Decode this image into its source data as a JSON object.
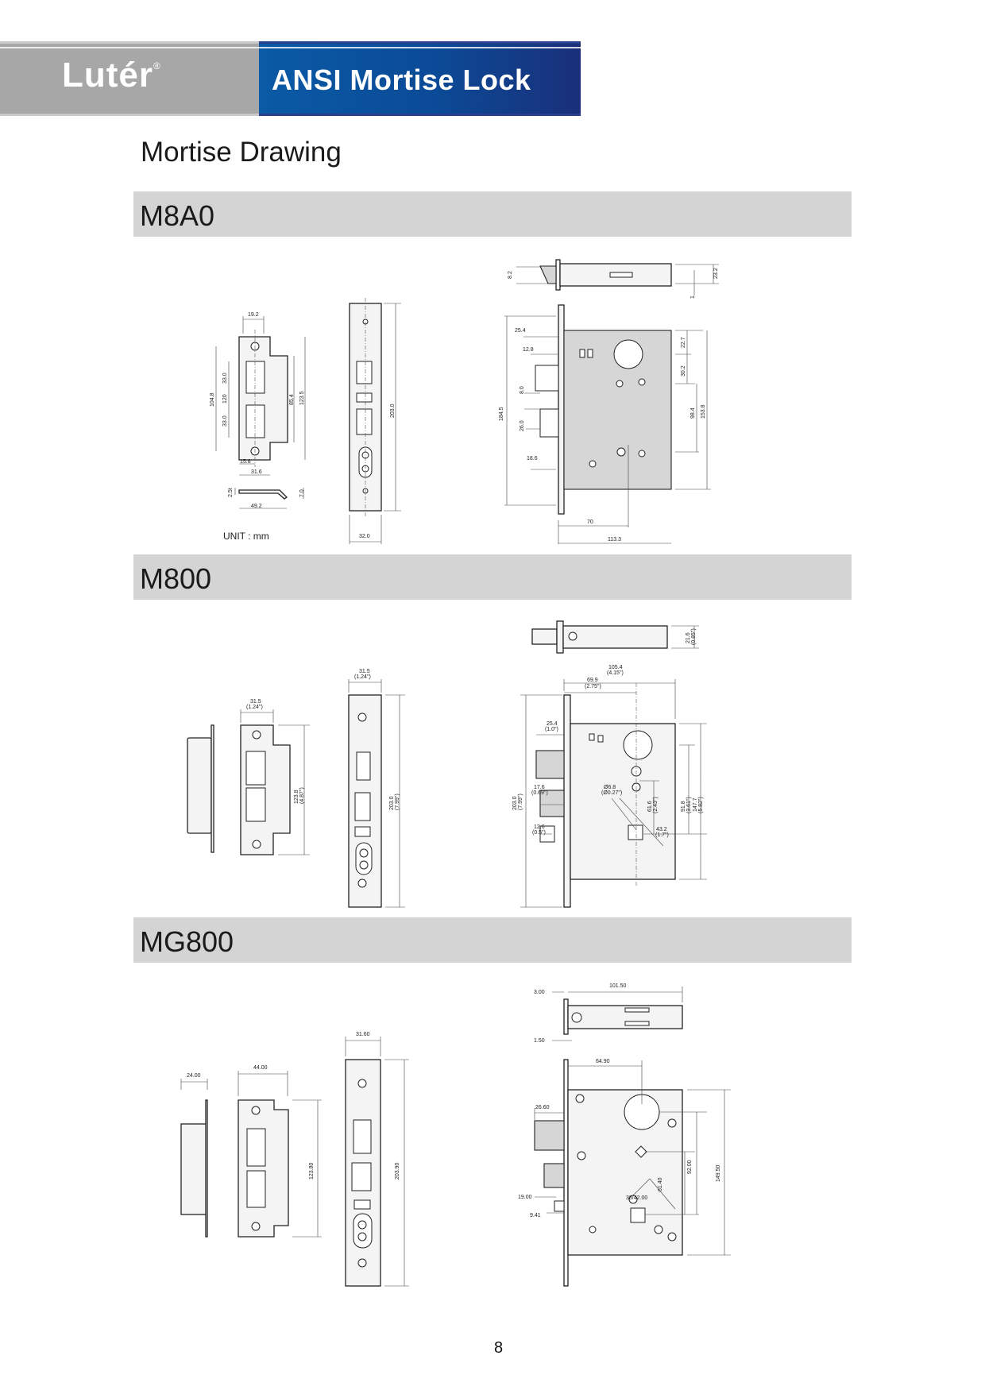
{
  "header": {
    "brand": "Lutér",
    "brand_mark": "®",
    "title": "ANSI Mortise Lock",
    "brand_color": "#a7a7a7",
    "title_color": "#0b4a96"
  },
  "page_title": "Mortise Drawing",
  "sections": [
    {
      "name": "M8A0",
      "unit": "UNIT : mm",
      "dims": {
        "strike_width": "19.2",
        "strike_holes": "104.8",
        "slot_top": "33.0",
        "slot_gap": "120",
        "slot_bottom": "33.0",
        "tab_height": "85.4",
        "strike_height": "123.5",
        "lip_a": "15.8",
        "lip_b": "31.6",
        "thick": "2.5t",
        "lip_depth": "7.0",
        "lip_len": "49.2",
        "face_height": "203.0",
        "face_width": "32.0",
        "top_a": "8.2",
        "top_b": "23.2",
        "top_c": "1",
        "bolt": "25.4",
        "latch": "12.8",
        "aux_a": "8.0",
        "aux_b": "26.0",
        "overall": "184.5",
        "aux_c": "18.6",
        "cyl_a": "22.7",
        "cyl_b": "30.2",
        "hub_a": "98.4",
        "case_h": "153.8",
        "backset": "70",
        "depth": "113.3"
      }
    },
    {
      "name": "M800",
      "dims": {
        "strike_w": "31.5",
        "strike_w_in": "(1.24\")",
        "strike_h": "123.8",
        "strike_h_in": "(4.87\")",
        "face_w": "31.5",
        "face_w_in": "(1.24\")",
        "face_h": "203.0",
        "face_h_in": "(7.99\")",
        "top_t": "21.6",
        "top_t_in": "(0.85\")",
        "depth": "105.4",
        "depth_in": "(4.15\")",
        "backset": "69.9",
        "backset_in": "(2.75\")",
        "bolt": "25.4",
        "bolt_in": "(1.0\")",
        "body_h": "203.0",
        "body_h_in": "(7.99\")",
        "latch": "17.6",
        "latch_in": "(0.69\")",
        "aux": "12.6",
        "aux_in": "(0.5\")",
        "hole": "Ø6.8",
        "hole_in": "(Ø0.27\")",
        "h1": "61.6",
        "h1_in": "(2.43\")",
        "h2": "91.8",
        "h2_in": "(3.61\")",
        "h3": "147.7",
        "h3_in": "(5.82\")",
        "r": "43.2",
        "r_in": "(1.7\")"
      }
    },
    {
      "name": "MG800",
      "dims": {
        "box_w": "24.00",
        "strike_w": "44.00",
        "strike_h": "123.80",
        "face_w": "31.60",
        "face_h": "203.90",
        "top_a": "3.00",
        "top_depth": "101.50",
        "top_b": "1.50",
        "backset": "64.90",
        "bolt": "26.60",
        "latch": "19.00",
        "aux": "9.41",
        "radius": "38/42.00",
        "h1": "61.40",
        "h2": "92.00",
        "h3": "149.50"
      }
    }
  ],
  "page_number": "8"
}
